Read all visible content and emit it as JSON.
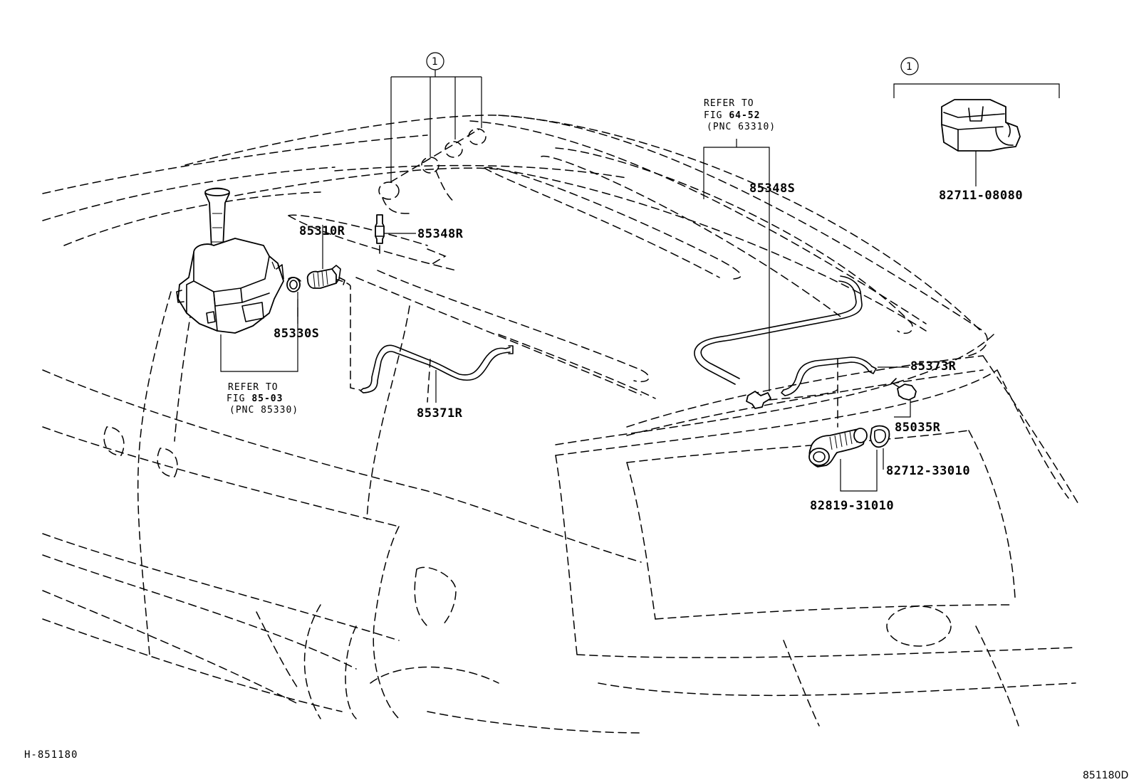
{
  "diagram_id": "851180D",
  "figure_ref": "H-851180",
  "labels": {
    "p85310R": "85310R",
    "p85348R": "85348R",
    "p85330S": "85330S",
    "p85371R": "85371R",
    "p85348S": "85348S",
    "p85373R": "85373R",
    "p85035R": "85035R",
    "p82712": "82712-33010",
    "p82819": "82819-31010",
    "p82711": "82711-08080"
  },
  "callout_number": "1",
  "notes": {
    "refer_roof": {
      "line1": "REFER TO",
      "line2_prefix": "FIG ",
      "line2_value": "64-52",
      "line3": "(PNC 63310)"
    },
    "refer_tank": {
      "line1": "REFER TO",
      "line2_prefix": "FIG ",
      "line2_value": "85-03",
      "line3": "(PNC 85330)"
    }
  }
}
